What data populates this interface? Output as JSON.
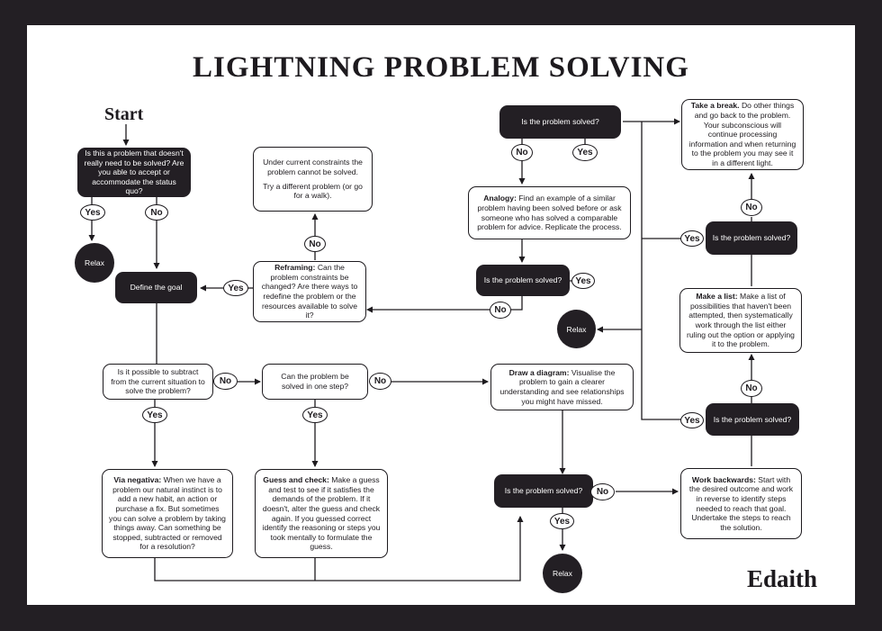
{
  "title": "LIGHTNING PROBLEM SOLVING",
  "start_label": "Start",
  "brand": "Edaith",
  "nodes": {
    "q_needs_solving": "Is this a problem that doesn't really need to be solved? Are you able to accept or accommodate the status quo?",
    "relax_1": "Relax",
    "define_goal": "Define the goal",
    "cannot_solve": "Under current constraints the problem cannot be solved.",
    "try_different": "Try a different problem (or go for a walk).",
    "reframing_title": "Reframing:",
    "reframing_body": "Can the problem constraints be changed? Are there ways to redefine the problem or the resources available to solve it?",
    "q_subtract": "Is it possible to subtract from the current situation to solve the problem?",
    "q_one_step": "Can the problem be solved in one step?",
    "diagram_title": "Draw a diagram:",
    "diagram_body": "Visualise the problem to gain a clearer understanding and see relationships you might have missed.",
    "via_negativa_title": "Via negativa:",
    "via_negativa_body": "When we have a problem our natural instinct is to add a new habit, an action or purchase a fix. But sometimes you can solve a problem by taking things away. Can something be stopped, subtracted or removed for a resolution?",
    "guess_title": "Guess and check:",
    "guess_body": "Make a guess and test to see if it satisfies the demands of the problem. If it doesn't, alter the guess and check again. If you guessed correct identify the reasoning or steps you took mentally to formulate the guess.",
    "q_solved_top": "Is the problem solved?",
    "analogy_title": "Analogy:",
    "analogy_body": "Find an example of a similar problem having been solved before or ask someone who has solved a comparable problem for advice. Replicate the process.",
    "q_solved_analogy": "Is the problem solved?",
    "relax_2": "Relax",
    "q_solved_bottom": "Is the problem solved?",
    "relax_3": "Relax",
    "break_title": "Take a break.",
    "break_body": "Do other things and go back to the problem. Your subconscious will continue processing information and when returning to the problem you may see it in a different light.",
    "q_solved_right_top": "Is the problem solved?",
    "list_title": "Make a list:",
    "list_body": "Make a list of possibilities that haven't been attempted, then systematically work through the list either ruling out the option or applying it to the problem.",
    "q_solved_right_bottom": "Is the problem solved?",
    "backwards_title": "Work backwards:",
    "backwards_body": "Start with the desired outcome and work in reverse to identify steps needed to reach that goal. Undertake the steps to reach the solution."
  },
  "answers": {
    "yes": "Yes",
    "no": "No"
  }
}
